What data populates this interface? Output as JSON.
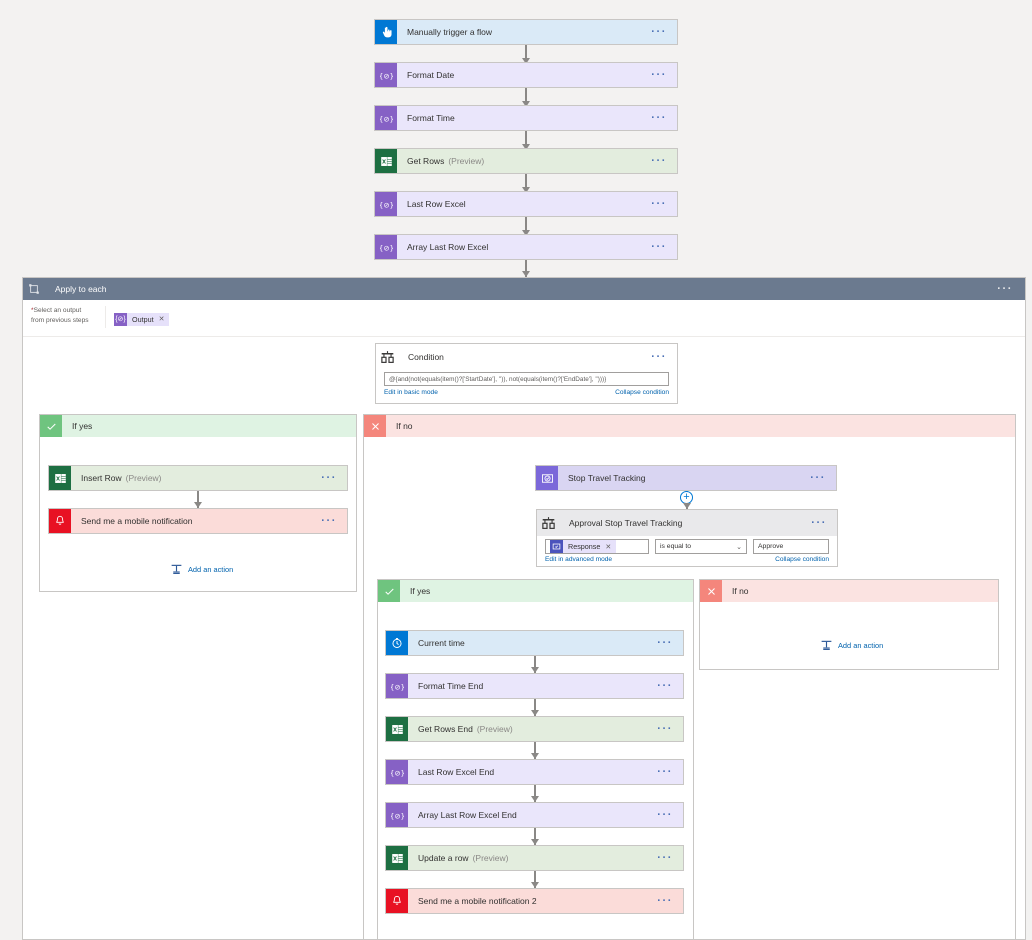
{
  "flow": {
    "top_steps": [
      {
        "title": "Manually trigger a flow",
        "sub": "",
        "theme": "blue",
        "icon": "hand-pointer-icon",
        "tile": "i-blue"
      },
      {
        "title": "Format Date",
        "sub": "",
        "theme": "purple",
        "icon": "expression-icon",
        "tile": "i-purple"
      },
      {
        "title": "Format Time",
        "sub": "",
        "theme": "purple",
        "icon": "expression-icon",
        "tile": "i-purple"
      },
      {
        "title": "Get Rows",
        "sub": "(Preview)",
        "theme": "green",
        "icon": "excel-icon",
        "tile": "i-excel"
      },
      {
        "title": "Last Row Excel",
        "sub": "",
        "theme": "purple",
        "icon": "expression-icon",
        "tile": "i-purple"
      },
      {
        "title": "Array Last Row Excel",
        "sub": "",
        "theme": "purple",
        "icon": "expression-icon",
        "tile": "i-purple"
      }
    ],
    "scope": {
      "title": "Apply to each",
      "icon": "foreach-loop-icon",
      "dots": "···",
      "param_label_required": "*",
      "param_label_line1": "Select an output",
      "param_label_line2": "from previous steps",
      "token": {
        "label": "Output",
        "icon": "expression-icon",
        "remove": "✕"
      }
    },
    "condition": {
      "title": "Condition",
      "icon": "condition-icon",
      "dots": "···",
      "expression": "@{and(not(equals(item()?['StartDate'], '')), not(equals(item()?['EndDate'], '')))}",
      "link_basic": "Edit in basic mode",
      "link_collapse": "Collapse condition"
    },
    "branch_yes_label": "If yes",
    "branch_no_label": "If no",
    "yes_steps": [
      {
        "title": "Insert Row",
        "sub": "(Preview)",
        "theme": "green",
        "icon": "excel-icon",
        "tile": "i-excel"
      },
      {
        "title": "Send me a mobile notification",
        "sub": "",
        "theme": "red",
        "icon": "bell-icon",
        "tile": "i-red"
      }
    ],
    "add_action_label": "Add an action",
    "add_action_icon": "add-action-icon",
    "stop_tracking": {
      "title": "Stop Travel Tracking",
      "sub": "",
      "theme": "lav",
      "icon": "approval-icon",
      "tile": "i-lav"
    },
    "approval_condition": {
      "title": "Approval Stop Travel Tracking",
      "icon": "condition-icon",
      "dots": "···",
      "token": {
        "label": "Response",
        "icon": "approval-token-icon",
        "remove": "✕"
      },
      "operator": "is equal to",
      "value": "Approve",
      "link_advanced": "Edit in advanced mode",
      "link_collapse": "Collapse condition"
    },
    "inner_yes_steps": [
      {
        "title": "Current time",
        "sub": "",
        "theme": "blue",
        "icon": "clock-icon",
        "tile": "i-blue"
      },
      {
        "title": "Format Time End",
        "sub": "",
        "theme": "purple",
        "icon": "expression-icon",
        "tile": "i-purple"
      },
      {
        "title": "Get Rows End",
        "sub": "(Preview)",
        "theme": "green",
        "icon": "excel-icon",
        "tile": "i-excel"
      },
      {
        "title": "Last Row Excel End",
        "sub": "",
        "theme": "purple",
        "icon": "expression-icon",
        "tile": "i-purple"
      },
      {
        "title": "Array Last Row Excel End",
        "sub": "",
        "theme": "purple",
        "icon": "expression-icon",
        "tile": "i-purple"
      },
      {
        "title": "Update a row",
        "sub": "(Preview)",
        "theme": "green",
        "icon": "excel-icon",
        "tile": "i-excel"
      },
      {
        "title": "Send me a mobile notification 2",
        "sub": "",
        "theme": "red",
        "icon": "bell-icon",
        "tile": "i-red"
      }
    ],
    "dots": "···",
    "plus": "+",
    "colors": {
      "canvas": "#f3f2f1",
      "scope_header": "#6b7a8f",
      "yes_header": "#dff3e3",
      "no_header": "#fbe3e1",
      "link": "#0062ad",
      "connector": "#8a8886"
    }
  }
}
